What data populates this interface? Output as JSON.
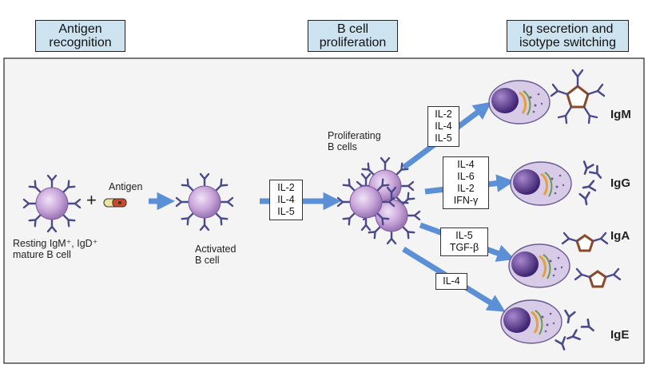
{
  "headers": {
    "antigen_recognition": [
      "Antigen",
      "recognition"
    ],
    "proliferation": [
      "B cell",
      "proliferation"
    ],
    "secretion": [
      "Ig secretion and",
      "isotype switching"
    ]
  },
  "labels": {
    "resting_cell": [
      "Resting IgM⁺, IgD⁺",
      "mature B cell"
    ],
    "antigen": "Antigen",
    "plus": "+",
    "activated_cell": [
      "Activated",
      "B cell"
    ],
    "proliferating_cells": [
      "Proliferating",
      "B cells"
    ]
  },
  "cytokine_boxes": {
    "activation": [
      "IL-2",
      "IL-4",
      "IL-5"
    ],
    "igm": [
      "IL-2",
      "IL-4",
      "IL-5"
    ],
    "igg": [
      "IL-4",
      "IL-6",
      "IL-2",
      "IFN-γ"
    ],
    "iga": [
      "IL-5",
      "TGF-β"
    ],
    "ige": [
      "IL-4"
    ]
  },
  "isotypes": {
    "igm": "IgM",
    "igg": "IgG",
    "iga": "IgA",
    "ige": "IgE"
  },
  "colors": {
    "header_bg": "#cde3ef",
    "panel_bg": "#f4f4f4",
    "cell_body": "#c9a6d9",
    "nucleus": "#5a3a8c",
    "antibody": "#4a4a8a",
    "arrow": "#5b8fd6",
    "plasma_cell": "#b9a9d6"
  }
}
